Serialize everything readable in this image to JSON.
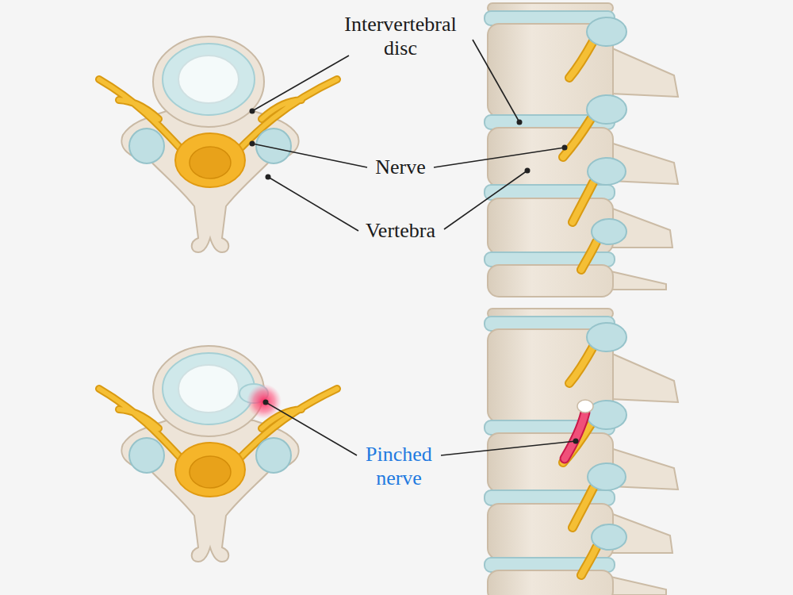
{
  "diagram": {
    "labels": [
      "Intervertebral disc",
      "Nerve",
      "Vertebra",
      "Pinched nerve"
    ]
  }
}
